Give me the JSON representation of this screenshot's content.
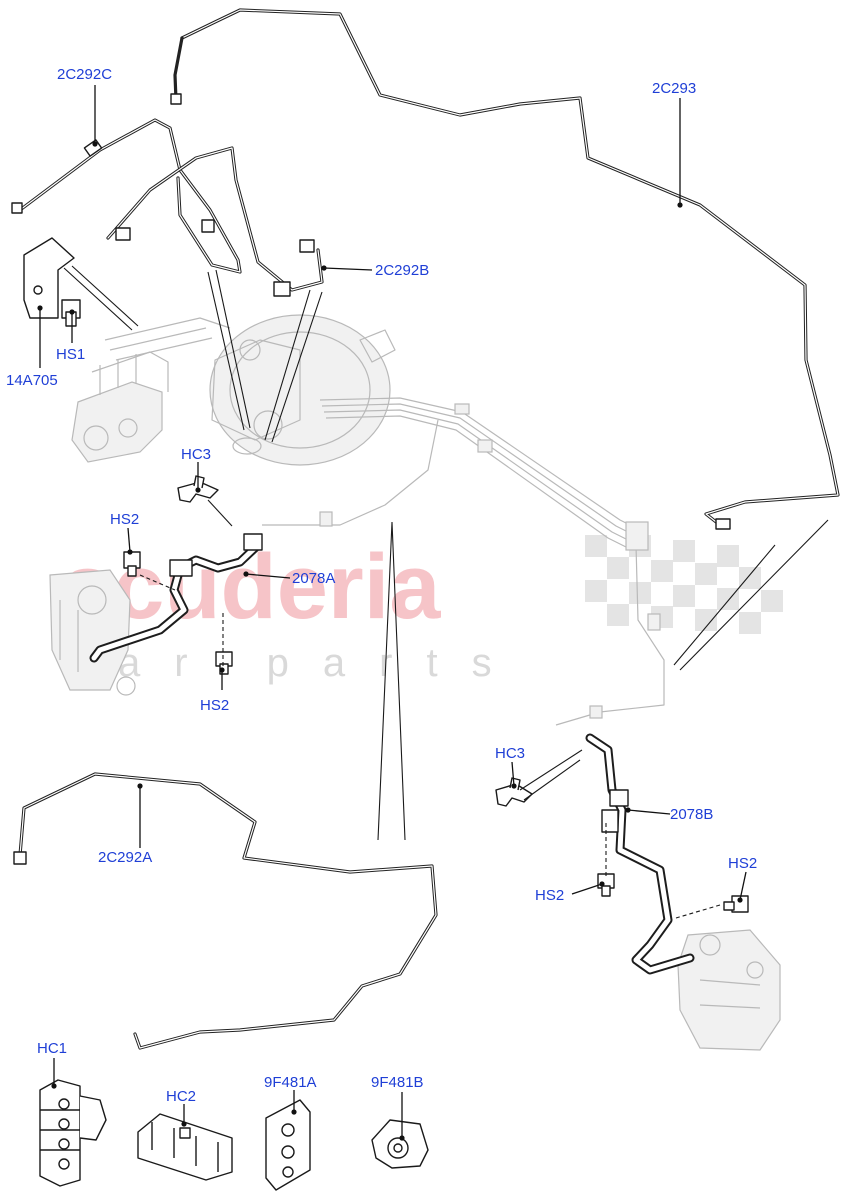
{
  "watermark": {
    "brand": "scuderia",
    "tagline": "car parts"
  },
  "callouts": {
    "c_2c292c": "2C292C",
    "c_2c293": "2C293",
    "c_2c292b": "2C292B",
    "c_hs1": "HS1",
    "c_14a705": "14A705",
    "c_hc3_left": "HC3",
    "c_hs2_left_top": "HS2",
    "c_2078a": "2078A",
    "c_hs2_left_bottom": "HS2",
    "c_hc3_right": "HC3",
    "c_2078b": "2078B",
    "c_hs2_right_top": "HS2",
    "c_hs2_right_mid": "HS2",
    "c_2c292a": "2C292A",
    "c_hc1": "HC1",
    "c_hc2": "HC2",
    "c_9f481a": "9F481A",
    "c_9f481b": "9F481B"
  },
  "colors": {
    "callout_text": "#1f3fd6",
    "line_art": "#1a1a1a",
    "ghost_art": "#b9b9b9",
    "watermark": "#f6c4c8"
  }
}
